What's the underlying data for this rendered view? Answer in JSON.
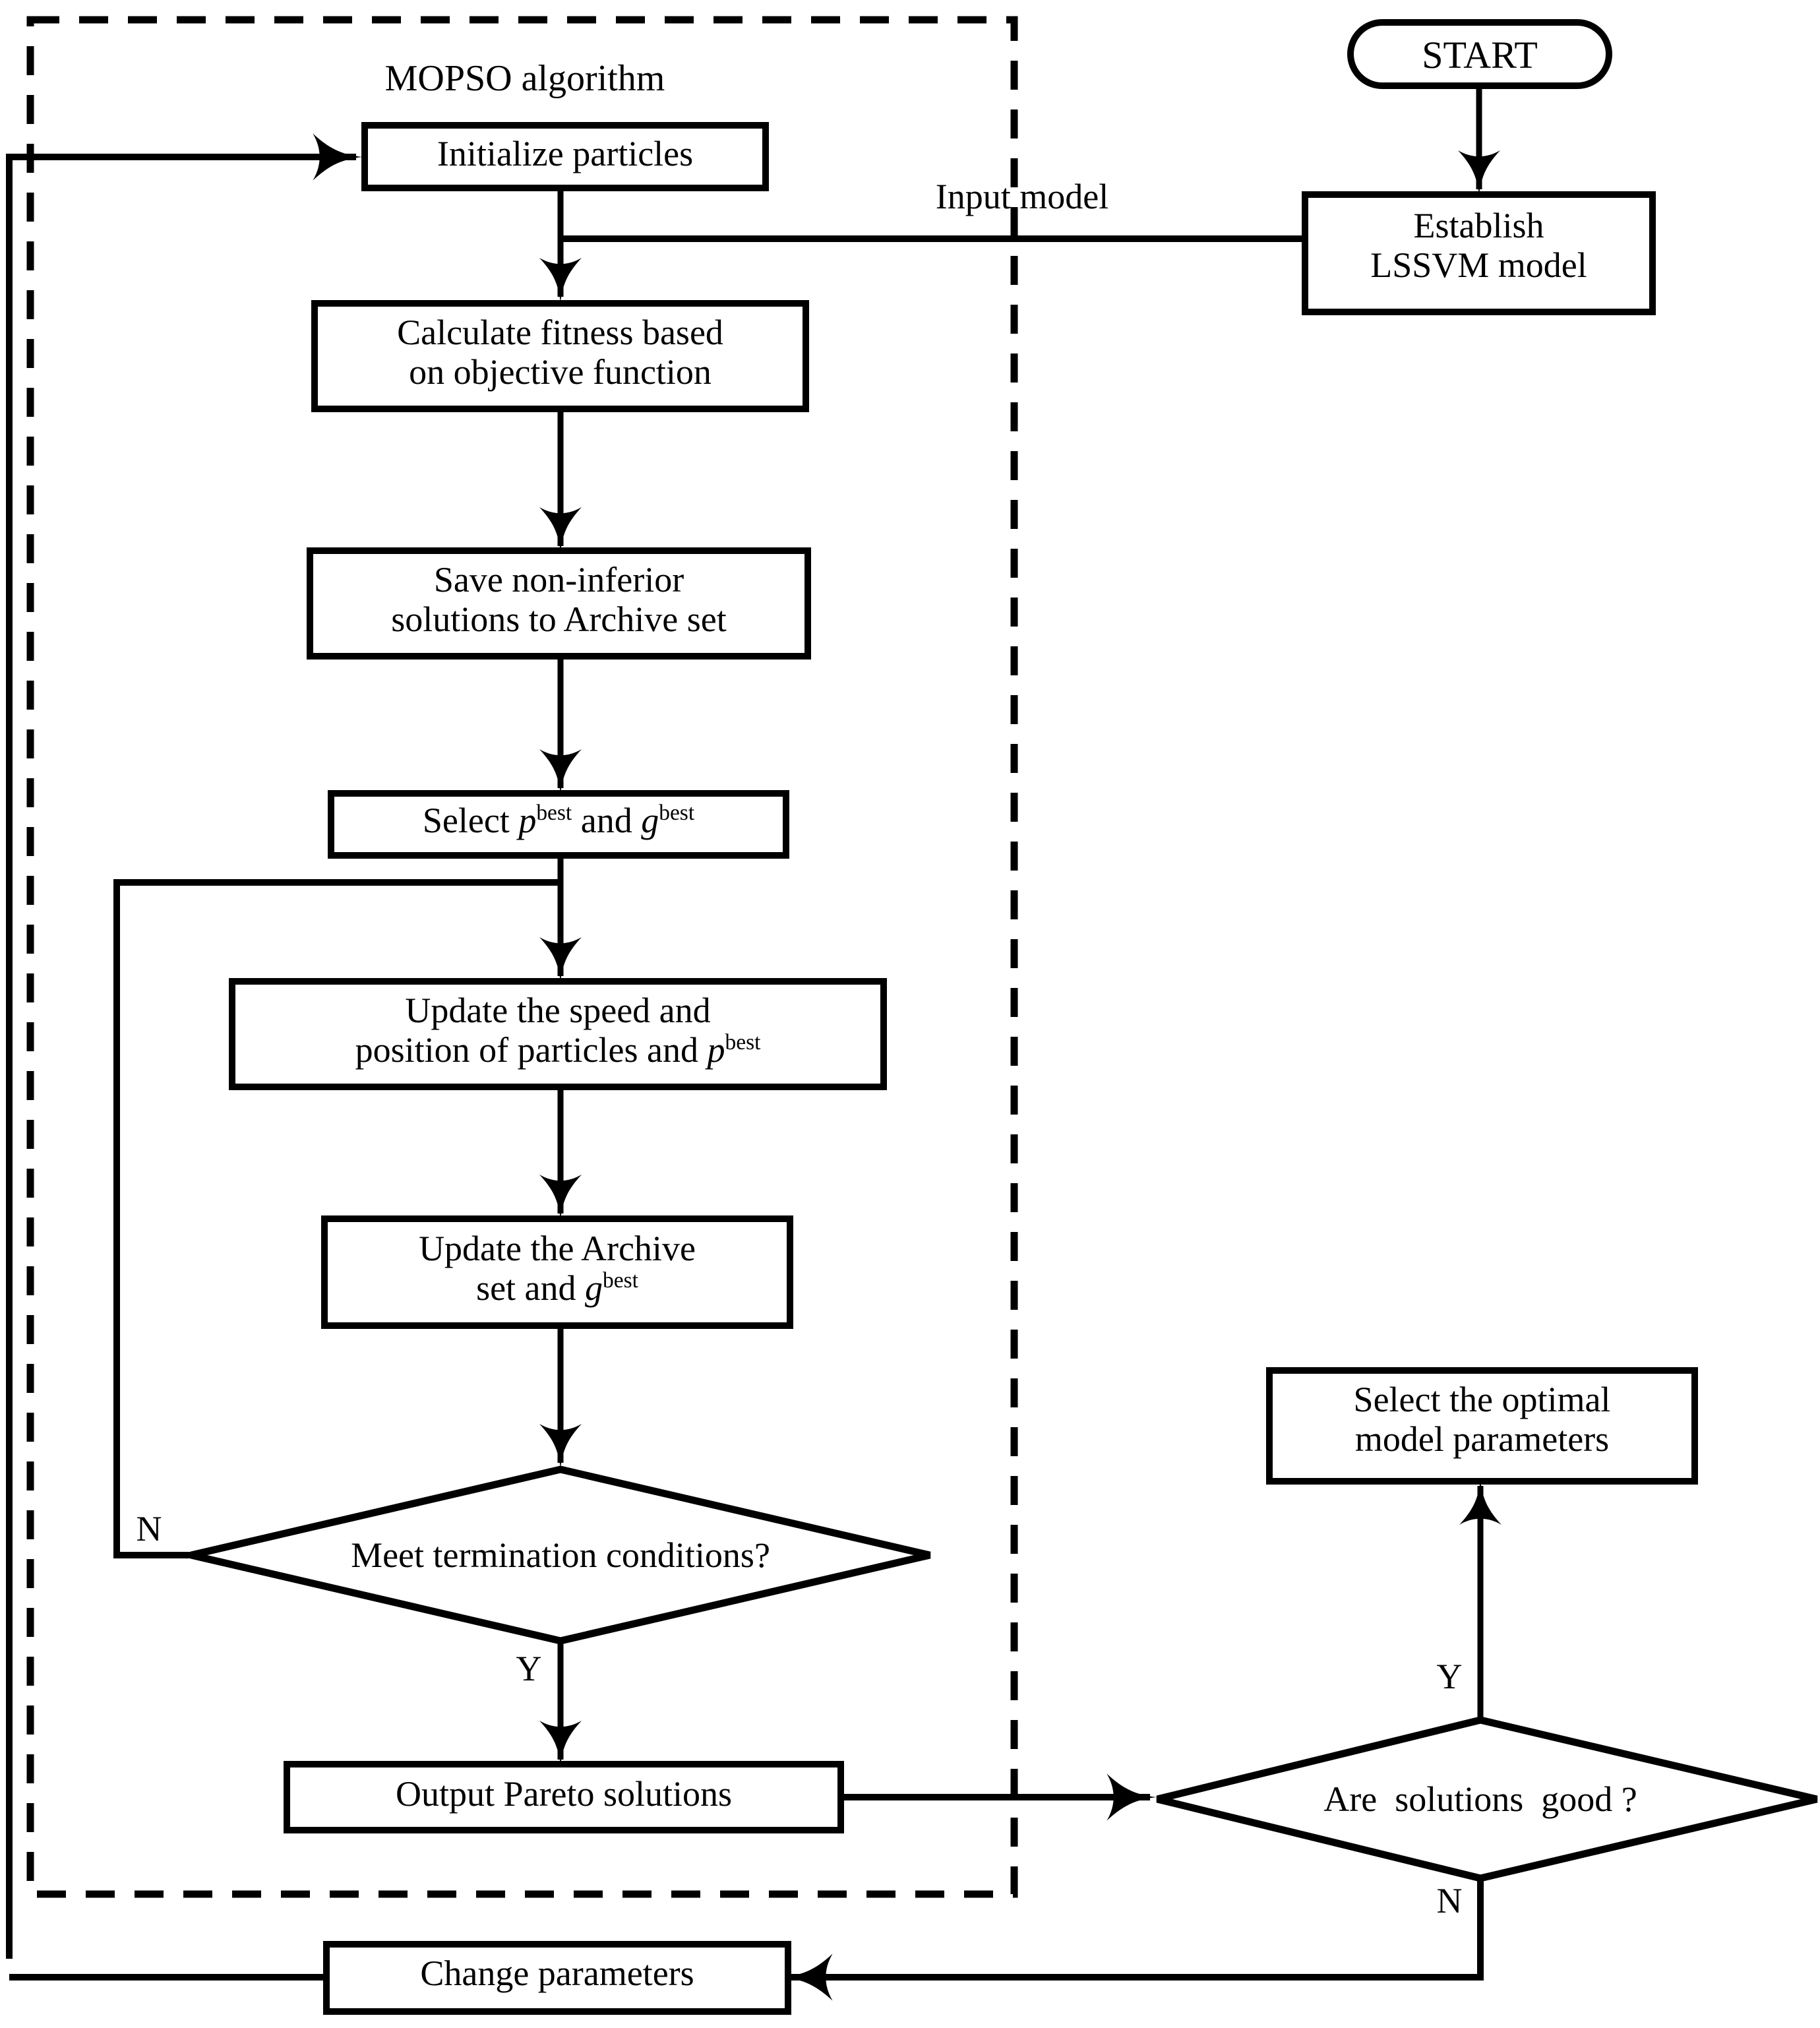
{
  "diagram": {
    "title": "MOPSO algorithm flowchart for LSSVM parameter optimization",
    "group_label": "MOPSO algorithm",
    "nodes": {
      "start": "START",
      "establish_model": "Establish\nLSSVM model",
      "initialize": "Initialize particles",
      "calculate_fitness": "Calculate fitness based\non objective function",
      "save_solutions": "Save non-inferior\nsolutions to Archive set",
      "select_best_pre": "Select ",
      "select_best_p": "p",
      "select_best_sup1": "best",
      "select_best_mid": " and ",
      "select_best_g": "g",
      "select_best_sup2": "best",
      "update_speed_line1": "Update the speed and",
      "update_speed_line2_pre": "position of particles and ",
      "update_speed_p": "p",
      "update_speed_sup": "best",
      "update_archive_line1": "Update the Archive",
      "update_archive_line2_pre": "set and ",
      "update_archive_g": "g",
      "update_archive_sup": "best",
      "meet_termination": "Meet termination conditions?",
      "output_pareto": "Output Pareto solutions",
      "are_solutions_good": "Are  solutions  good ?",
      "select_optimal": "Select the optimal\nmodel parameters",
      "change_parameters": "Change parameters"
    },
    "edge_labels": {
      "input_model": "Input model",
      "termination_no": "N",
      "termination_yes": "Y",
      "solutions_yes": "Y",
      "solutions_no": "N"
    },
    "colors": {
      "stroke": "#000000",
      "fill": "#ffffff",
      "text": "#000000"
    }
  }
}
